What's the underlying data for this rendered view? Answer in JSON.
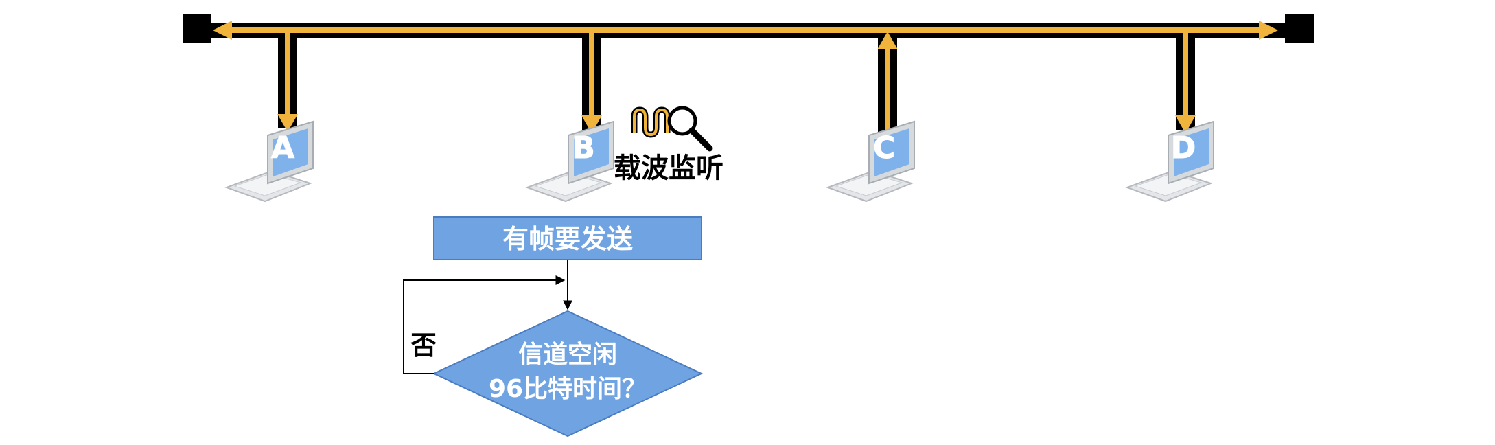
{
  "stations": [
    {
      "label": "A",
      "direction": "receive"
    },
    {
      "label": "B",
      "direction": "receive"
    },
    {
      "label": "C",
      "direction": "send"
    },
    {
      "label": "D",
      "direction": "receive"
    }
  ],
  "carrier_sense_label": "载波监听",
  "flowchart": {
    "start_box": "有帧要发送",
    "decision_line1": "信道空闲",
    "decision_line2": "96比特时间？",
    "no_label": "否"
  },
  "colors": {
    "bus": "#000000",
    "signal": "#f0b43c",
    "flow_fill": "#6fa3e2",
    "flow_stroke": "#4a7cc0",
    "screen": "#7fb2ea"
  },
  "icons": [
    "laptop-icon",
    "signal-wave-icon",
    "magnifier-icon"
  ]
}
